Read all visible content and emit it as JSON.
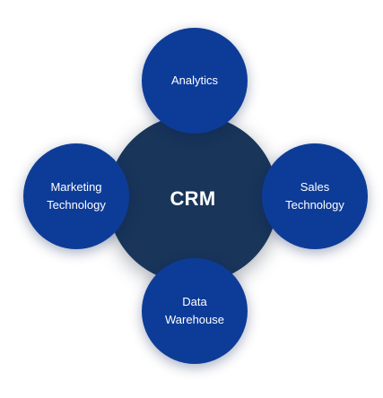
{
  "diagram": {
    "center": {
      "label": "CRM"
    },
    "nodes": {
      "top": {
        "label": "Analytics"
      },
      "left": {
        "label": "Marketing\nTechnology"
      },
      "right": {
        "label": "Sales\nTechnology"
      },
      "bottom": {
        "label": "Data\nWarehouse"
      }
    }
  },
  "colors": {
    "center_fill": "#19355a",
    "satellite_fill": "#0d3c98",
    "text": "#ffffff",
    "background": "#ffffff"
  }
}
